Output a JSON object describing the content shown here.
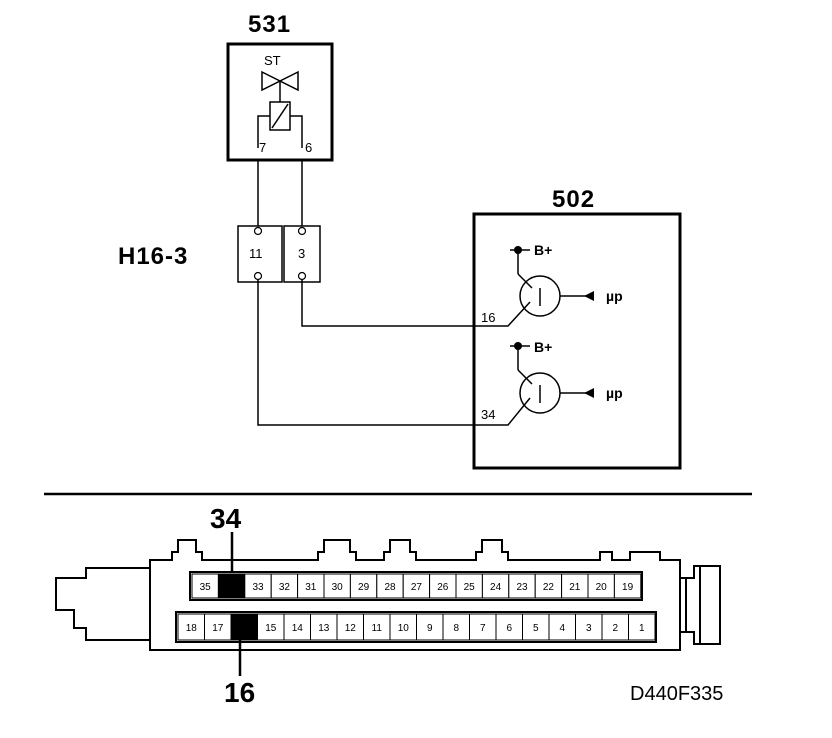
{
  "components": {
    "solenoid": {
      "id": "531",
      "symbol_label": "ST",
      "pin_left": "7",
      "pin_right": "6"
    },
    "ecu": {
      "id": "502",
      "supply_label": "B+",
      "input_label": "µp",
      "pin_upper": "16",
      "pin_lower": "34"
    },
    "connector": {
      "id": "H16-3",
      "pin_left": "11",
      "pin_right": "3"
    }
  },
  "ecu_connector": {
    "top_row": [
      "35",
      "34",
      "33",
      "32",
      "31",
      "30",
      "29",
      "28",
      "27",
      "26",
      "25",
      "24",
      "23",
      "22",
      "21",
      "20",
      "19"
    ],
    "bottom_row": [
      "18",
      "17",
      "16",
      "15",
      "14",
      "13",
      "12",
      "11",
      "10",
      "9",
      "8",
      "7",
      "6",
      "5",
      "4",
      "3",
      "2",
      "1"
    ],
    "highlighted_pins": [
      "34",
      "16"
    ],
    "callout_top": "34",
    "callout_bottom": "16"
  },
  "figure_code": "D440F335"
}
